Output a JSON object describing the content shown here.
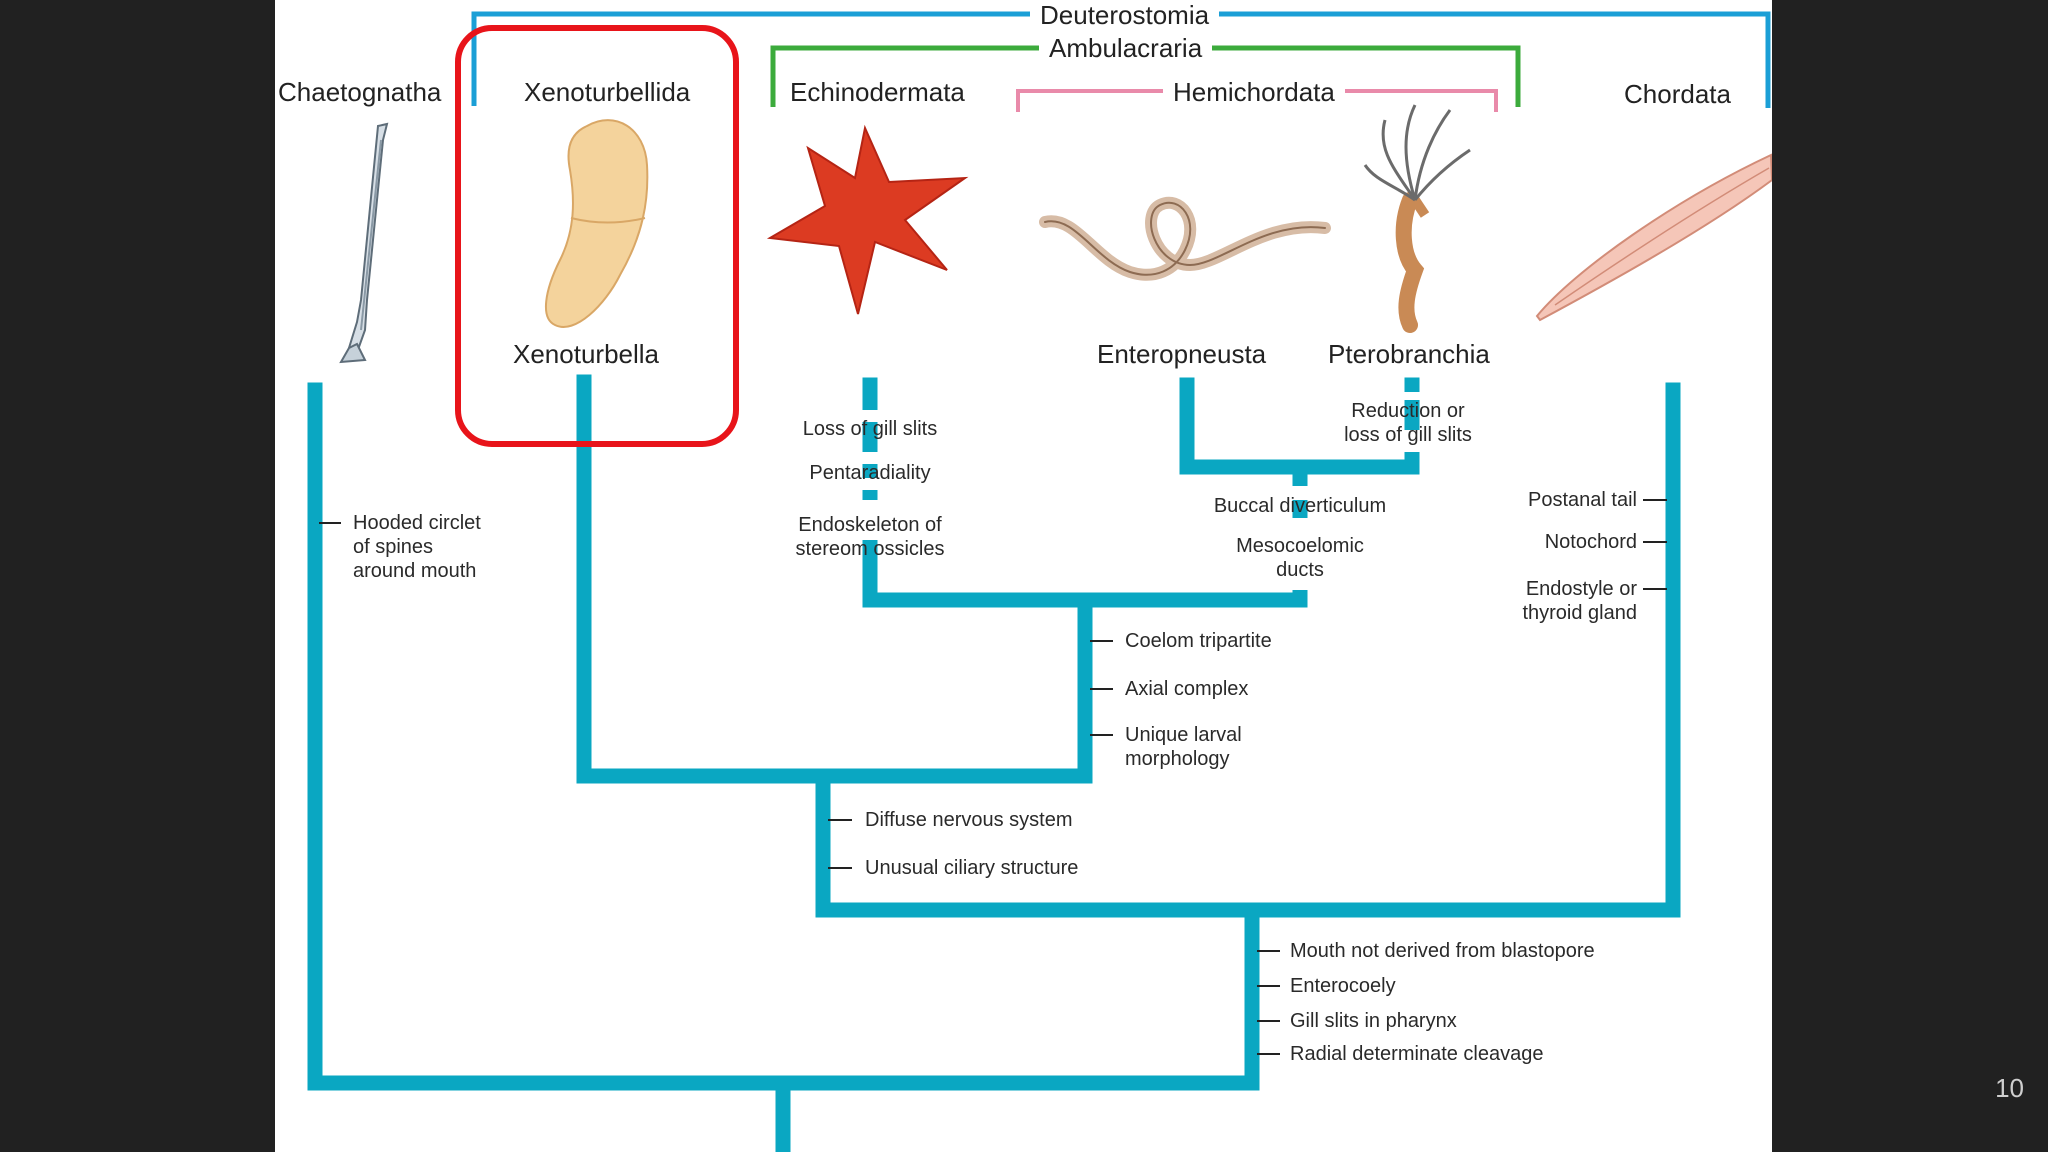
{
  "slide": {
    "page_number": "10"
  },
  "colors": {
    "branch": "#0aa7c2",
    "deuterostomia": "#1b9fd6",
    "ambulacraria": "#3cab3c",
    "hemichordata": "#e98aaa",
    "highlight": "#e8141a"
  },
  "clades": {
    "deuterostomia": "Deuterostomia",
    "ambulacraria": "Ambulacraria",
    "hemichordata": "Hemichordata"
  },
  "taxa": {
    "chaetognatha": "Chaetognatha",
    "xenoturbellida": "Xenoturbellida",
    "echinodermata": "Echinodermata",
    "chordata": "Chordata",
    "xenoturbella": "Xenoturbella",
    "enteropneusta": "Enteropneusta",
    "pterobranchia": "Pterobranchia"
  },
  "traits": {
    "chaetognatha": "Hooded circlet\nof spines\naround mouth",
    "echinodermata": [
      "Loss of gill slits",
      "Pentaradiality",
      "Endoskeleton of\nstereom ossicles"
    ],
    "pterobranchia": "Reduction or\nloss of gill slits",
    "hemichordata": [
      "Buccal diverticulum",
      "Mesocoelomic\nducts"
    ],
    "chordata": [
      "Postanal tail",
      "Notochord",
      "Endostyle or\nthyroid gland"
    ],
    "ambulacraria": [
      "Coelom tripartite",
      "Axial complex",
      "Unique larval\nmorphology"
    ],
    "xenambulacraria": [
      "Diffuse nervous system",
      "Unusual ciliary structure"
    ],
    "deuterostomia": [
      "Mouth not derived from blastopore",
      "Enterocoely",
      "Gill slits in pharynx",
      "Radial determinate cleavage"
    ]
  },
  "images": [
    "arrow-worm-icon",
    "xenoturbella-icon",
    "sea-star-icon",
    "acorn-worm-icon",
    "pterobranch-icon",
    "lancelet-icon"
  ]
}
